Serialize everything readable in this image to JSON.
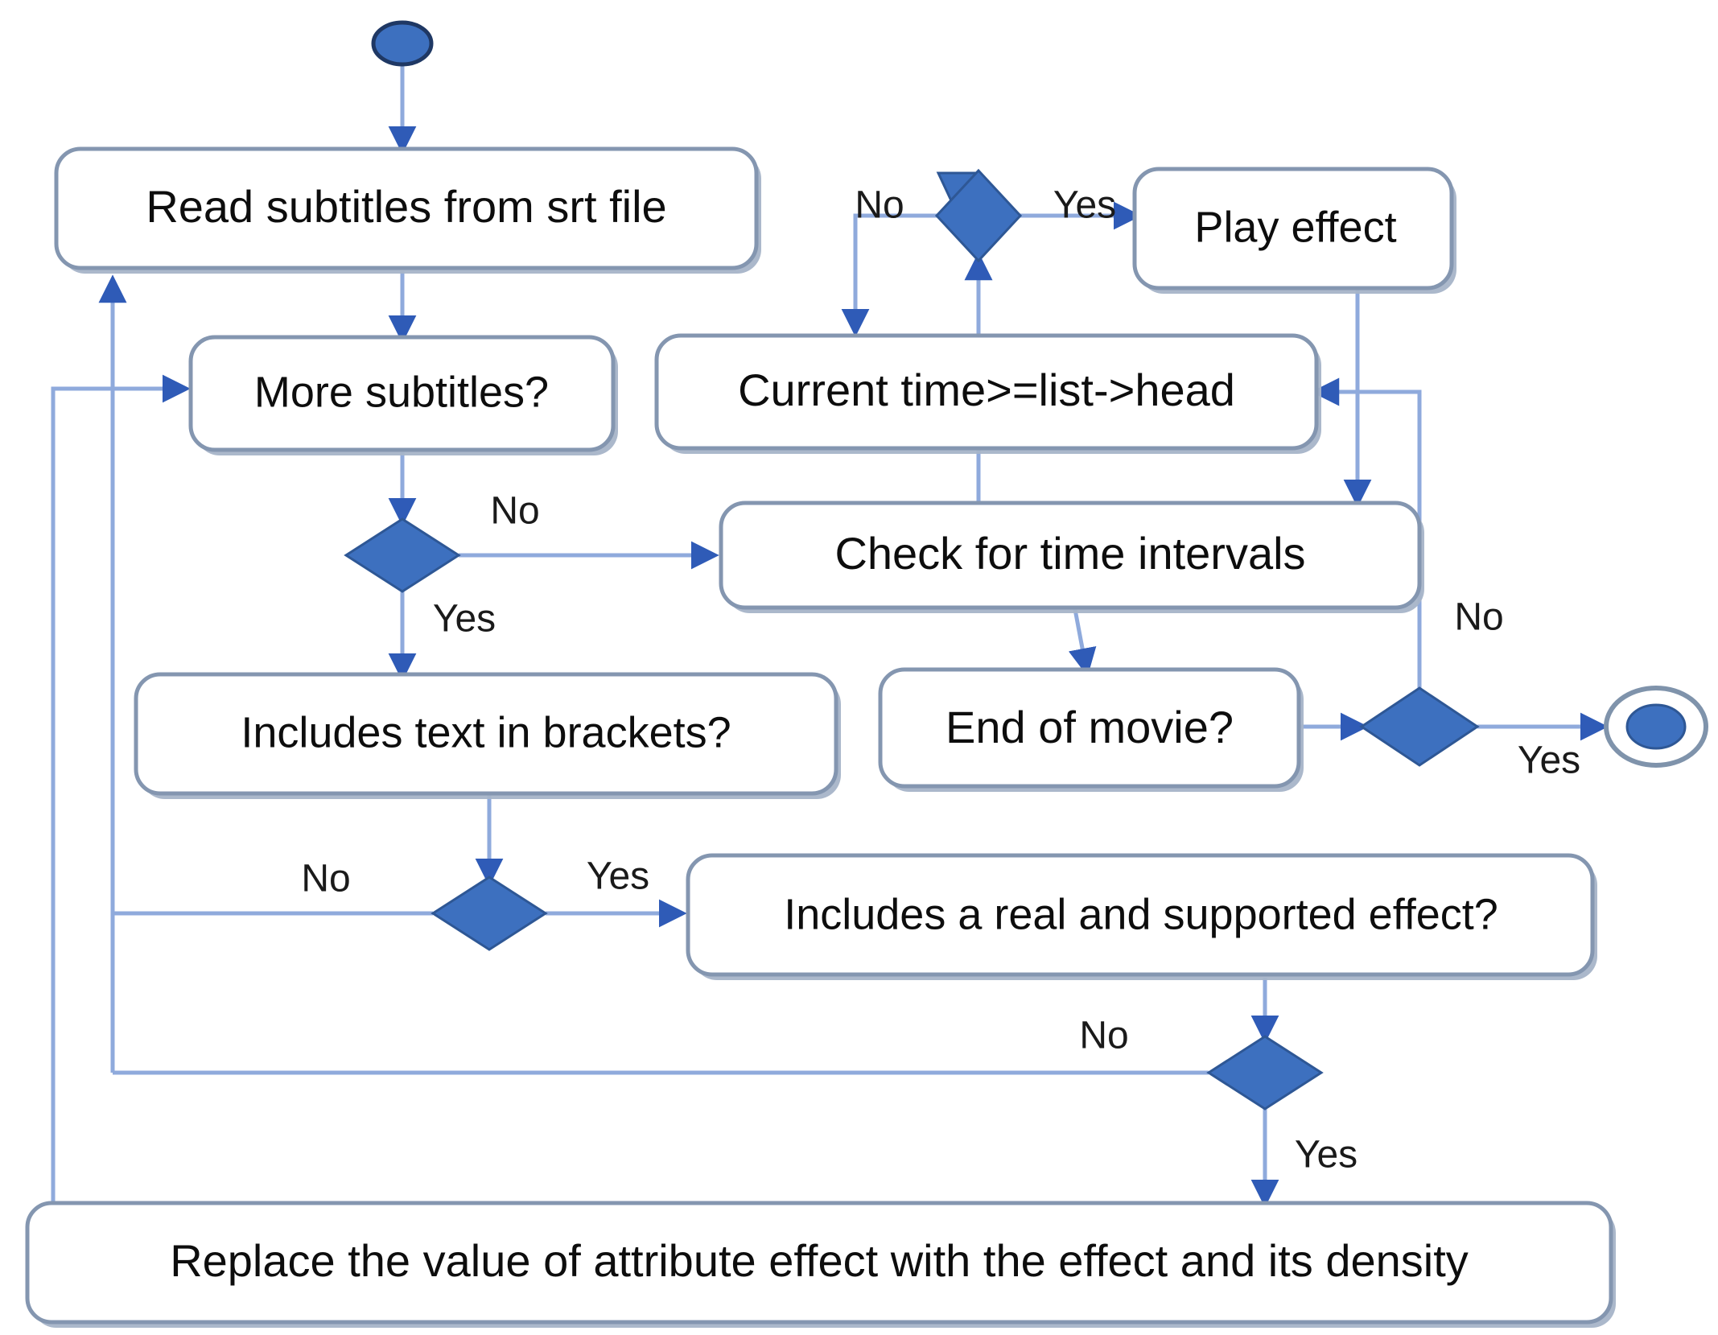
{
  "diagram": {
    "type": "uml-activity-diagram",
    "title": "Subtitle effect processing activity diagram",
    "colors": {
      "accent_blue": "#3d70bf",
      "node_border": "#8496b0",
      "flow_line": "#8faadc",
      "node_fill": "#ffffff",
      "text": "#0d0d0d",
      "background": "#ffffff"
    },
    "nodes": {
      "start": {
        "kind": "initial-node",
        "label": ""
      },
      "read_subtitles": {
        "kind": "action",
        "label": "Read subtitles from srt file"
      },
      "more_subtitles": {
        "kind": "action",
        "label": "More subtitles?"
      },
      "includes_brackets": {
        "kind": "action",
        "label": "Includes text in  brackets?"
      },
      "includes_effect": {
        "kind": "action",
        "label": "Includes a real and supported effect?"
      },
      "replace_value": {
        "kind": "action",
        "label": "Replace the value of attribute effect with the effect and its density"
      },
      "current_time": {
        "kind": "action",
        "label": "Current time>=list->head"
      },
      "play_effect": {
        "kind": "action",
        "label": "Play effect"
      },
      "check_intervals": {
        "kind": "action",
        "label": "Check for time intervals"
      },
      "end_of_movie": {
        "kind": "action",
        "label": "End of movie?"
      },
      "decision_more_subtitles": {
        "kind": "decision",
        "label": ""
      },
      "decision_brackets": {
        "kind": "decision",
        "label": ""
      },
      "decision_effect": {
        "kind": "decision",
        "label": ""
      },
      "decision_current_time": {
        "kind": "decision",
        "label": ""
      },
      "decision_end_of_movie": {
        "kind": "decision",
        "label": ""
      },
      "end": {
        "kind": "final-node",
        "label": ""
      }
    },
    "edge_labels": {
      "more_subtitles_no": "No",
      "more_subtitles_yes": "Yes",
      "brackets_no": "No",
      "brackets_yes": "Yes",
      "effect_no": "No",
      "effect_yes": "Yes",
      "current_time_no": "No",
      "current_time_yes": "Yes",
      "end_of_movie_no": "No",
      "end_of_movie_yes": "Yes"
    }
  }
}
